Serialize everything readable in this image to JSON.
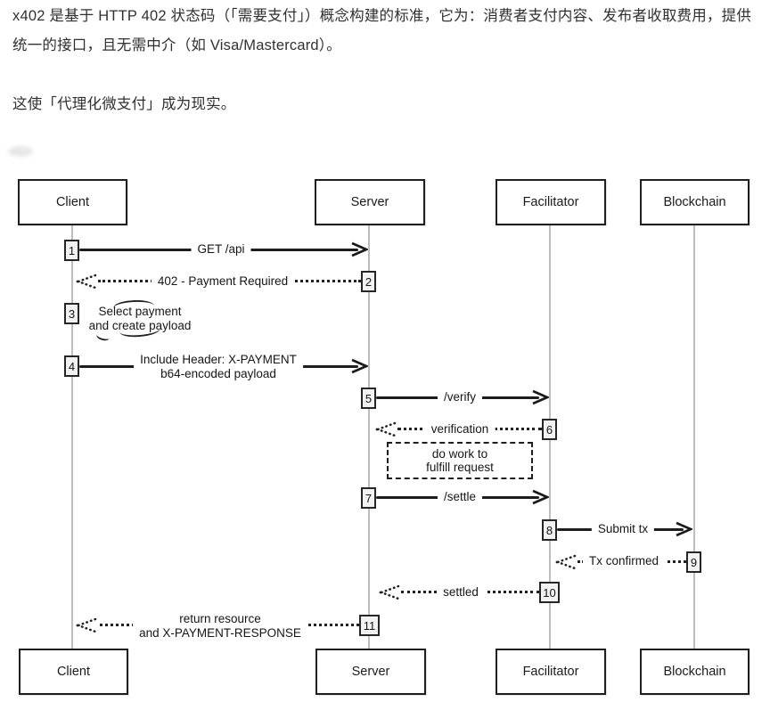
{
  "intro": {
    "paragraph1": "x402 是基于 HTTP 402 状态码（「需要支付」）概念构建的标准，它为：消费者支付内容、发布者收取费用，提供统一的接口，且无需中介（如 Visa/Mastercard）。",
    "paragraph2": "这使「代理化微支付」成为现实。"
  },
  "diagram": {
    "type": "sequence-diagram",
    "actors": [
      {
        "name": "Client"
      },
      {
        "name": "Server"
      },
      {
        "name": "Facilitator"
      },
      {
        "name": "Blockchain"
      }
    ],
    "messages": [
      {
        "step": "1",
        "label": "GET /api",
        "from": "Client",
        "to": "Server",
        "style": "solid"
      },
      {
        "step": "2",
        "label": "402 - Payment Required",
        "from": "Server",
        "to": "Client",
        "style": "dotted"
      },
      {
        "step": "3",
        "label": "Select payment\nand create payload",
        "from": "Client",
        "to": "Client",
        "style": "self-note"
      },
      {
        "step": "4",
        "label": "Include Header: X-PAYMENT\nb64-encoded payload",
        "from": "Client",
        "to": "Server",
        "style": "solid"
      },
      {
        "step": "5",
        "label": "/verify",
        "from": "Server",
        "to": "Facilitator",
        "style": "solid"
      },
      {
        "step": "6",
        "label": "verification",
        "from": "Facilitator",
        "to": "Server",
        "style": "dotted"
      },
      {
        "step": "7",
        "label": "/settle",
        "from": "Server",
        "to": "Facilitator",
        "style": "solid"
      },
      {
        "step": "8",
        "label": "Submit tx",
        "from": "Facilitator",
        "to": "Blockchain",
        "style": "solid"
      },
      {
        "step": "9",
        "label": "Tx confirmed",
        "from": "Blockchain",
        "to": "Facilitator",
        "style": "dotted"
      },
      {
        "step": "10",
        "label": "settled",
        "from": "Facilitator",
        "to": "Server",
        "style": "dotted"
      },
      {
        "step": "11",
        "label": "return resource\nand X-PAYMENT-RESPONSE",
        "from": "Server",
        "to": "Client",
        "style": "dotted"
      }
    ],
    "work_note": {
      "label": "do work to\nfulfill request"
    },
    "colors": {
      "stroke": "#1f1f1f",
      "lifeline": "#bdbdbd",
      "badge_fill": "#f2f2f2",
      "text": "#303030"
    }
  }
}
